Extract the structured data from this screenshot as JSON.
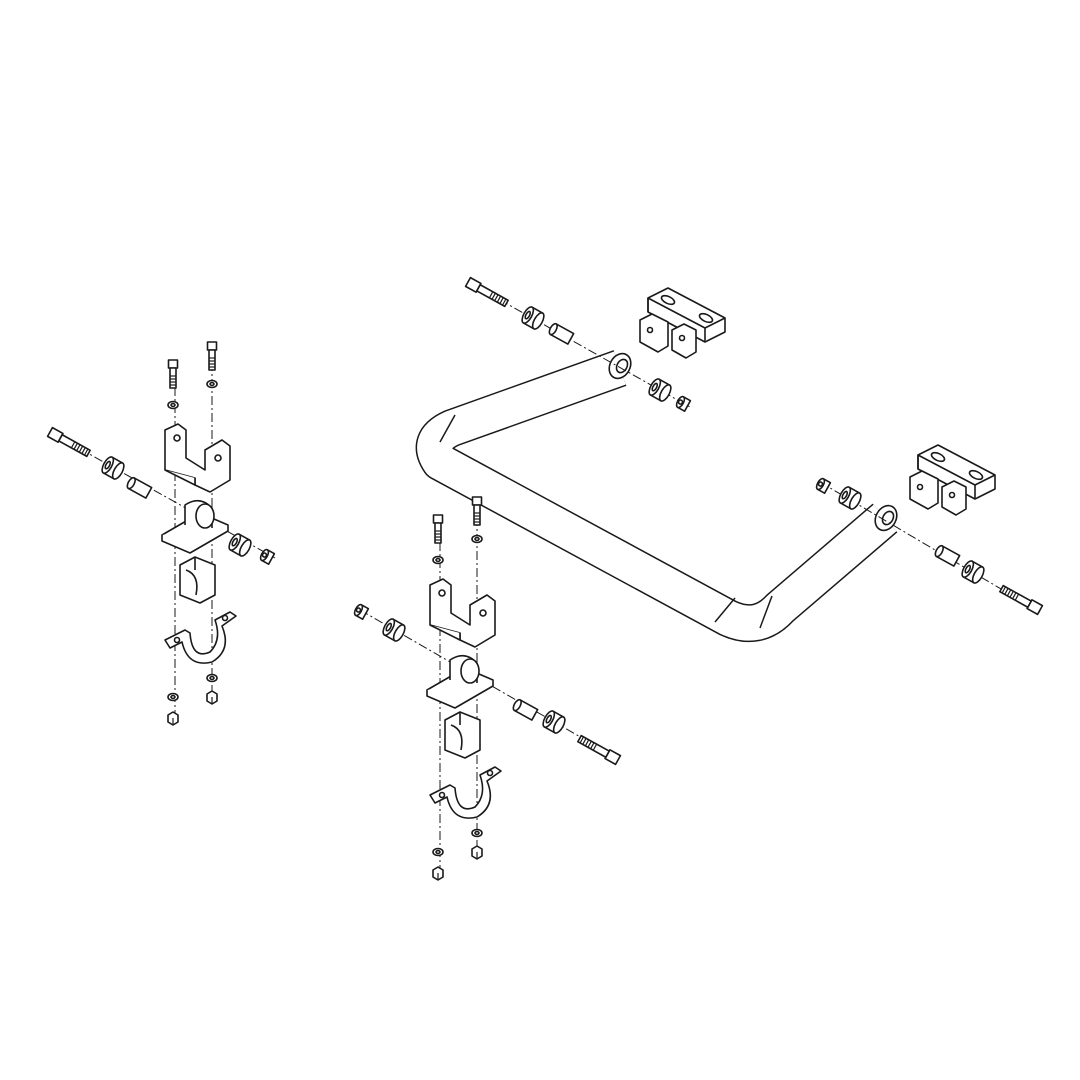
{
  "diagram": {
    "type": "exploded-assembly",
    "subject": "sway-bar-kit",
    "colors": {
      "line": "#1a1a1a",
      "background": "#ffffff"
    },
    "parts": [
      "sway-bar",
      "end-link-bracket",
      "bolt",
      "bushing",
      "spacer",
      "washer",
      "nut",
      "mount-bracket",
      "bar-bushing",
      "u-clamp"
    ]
  }
}
